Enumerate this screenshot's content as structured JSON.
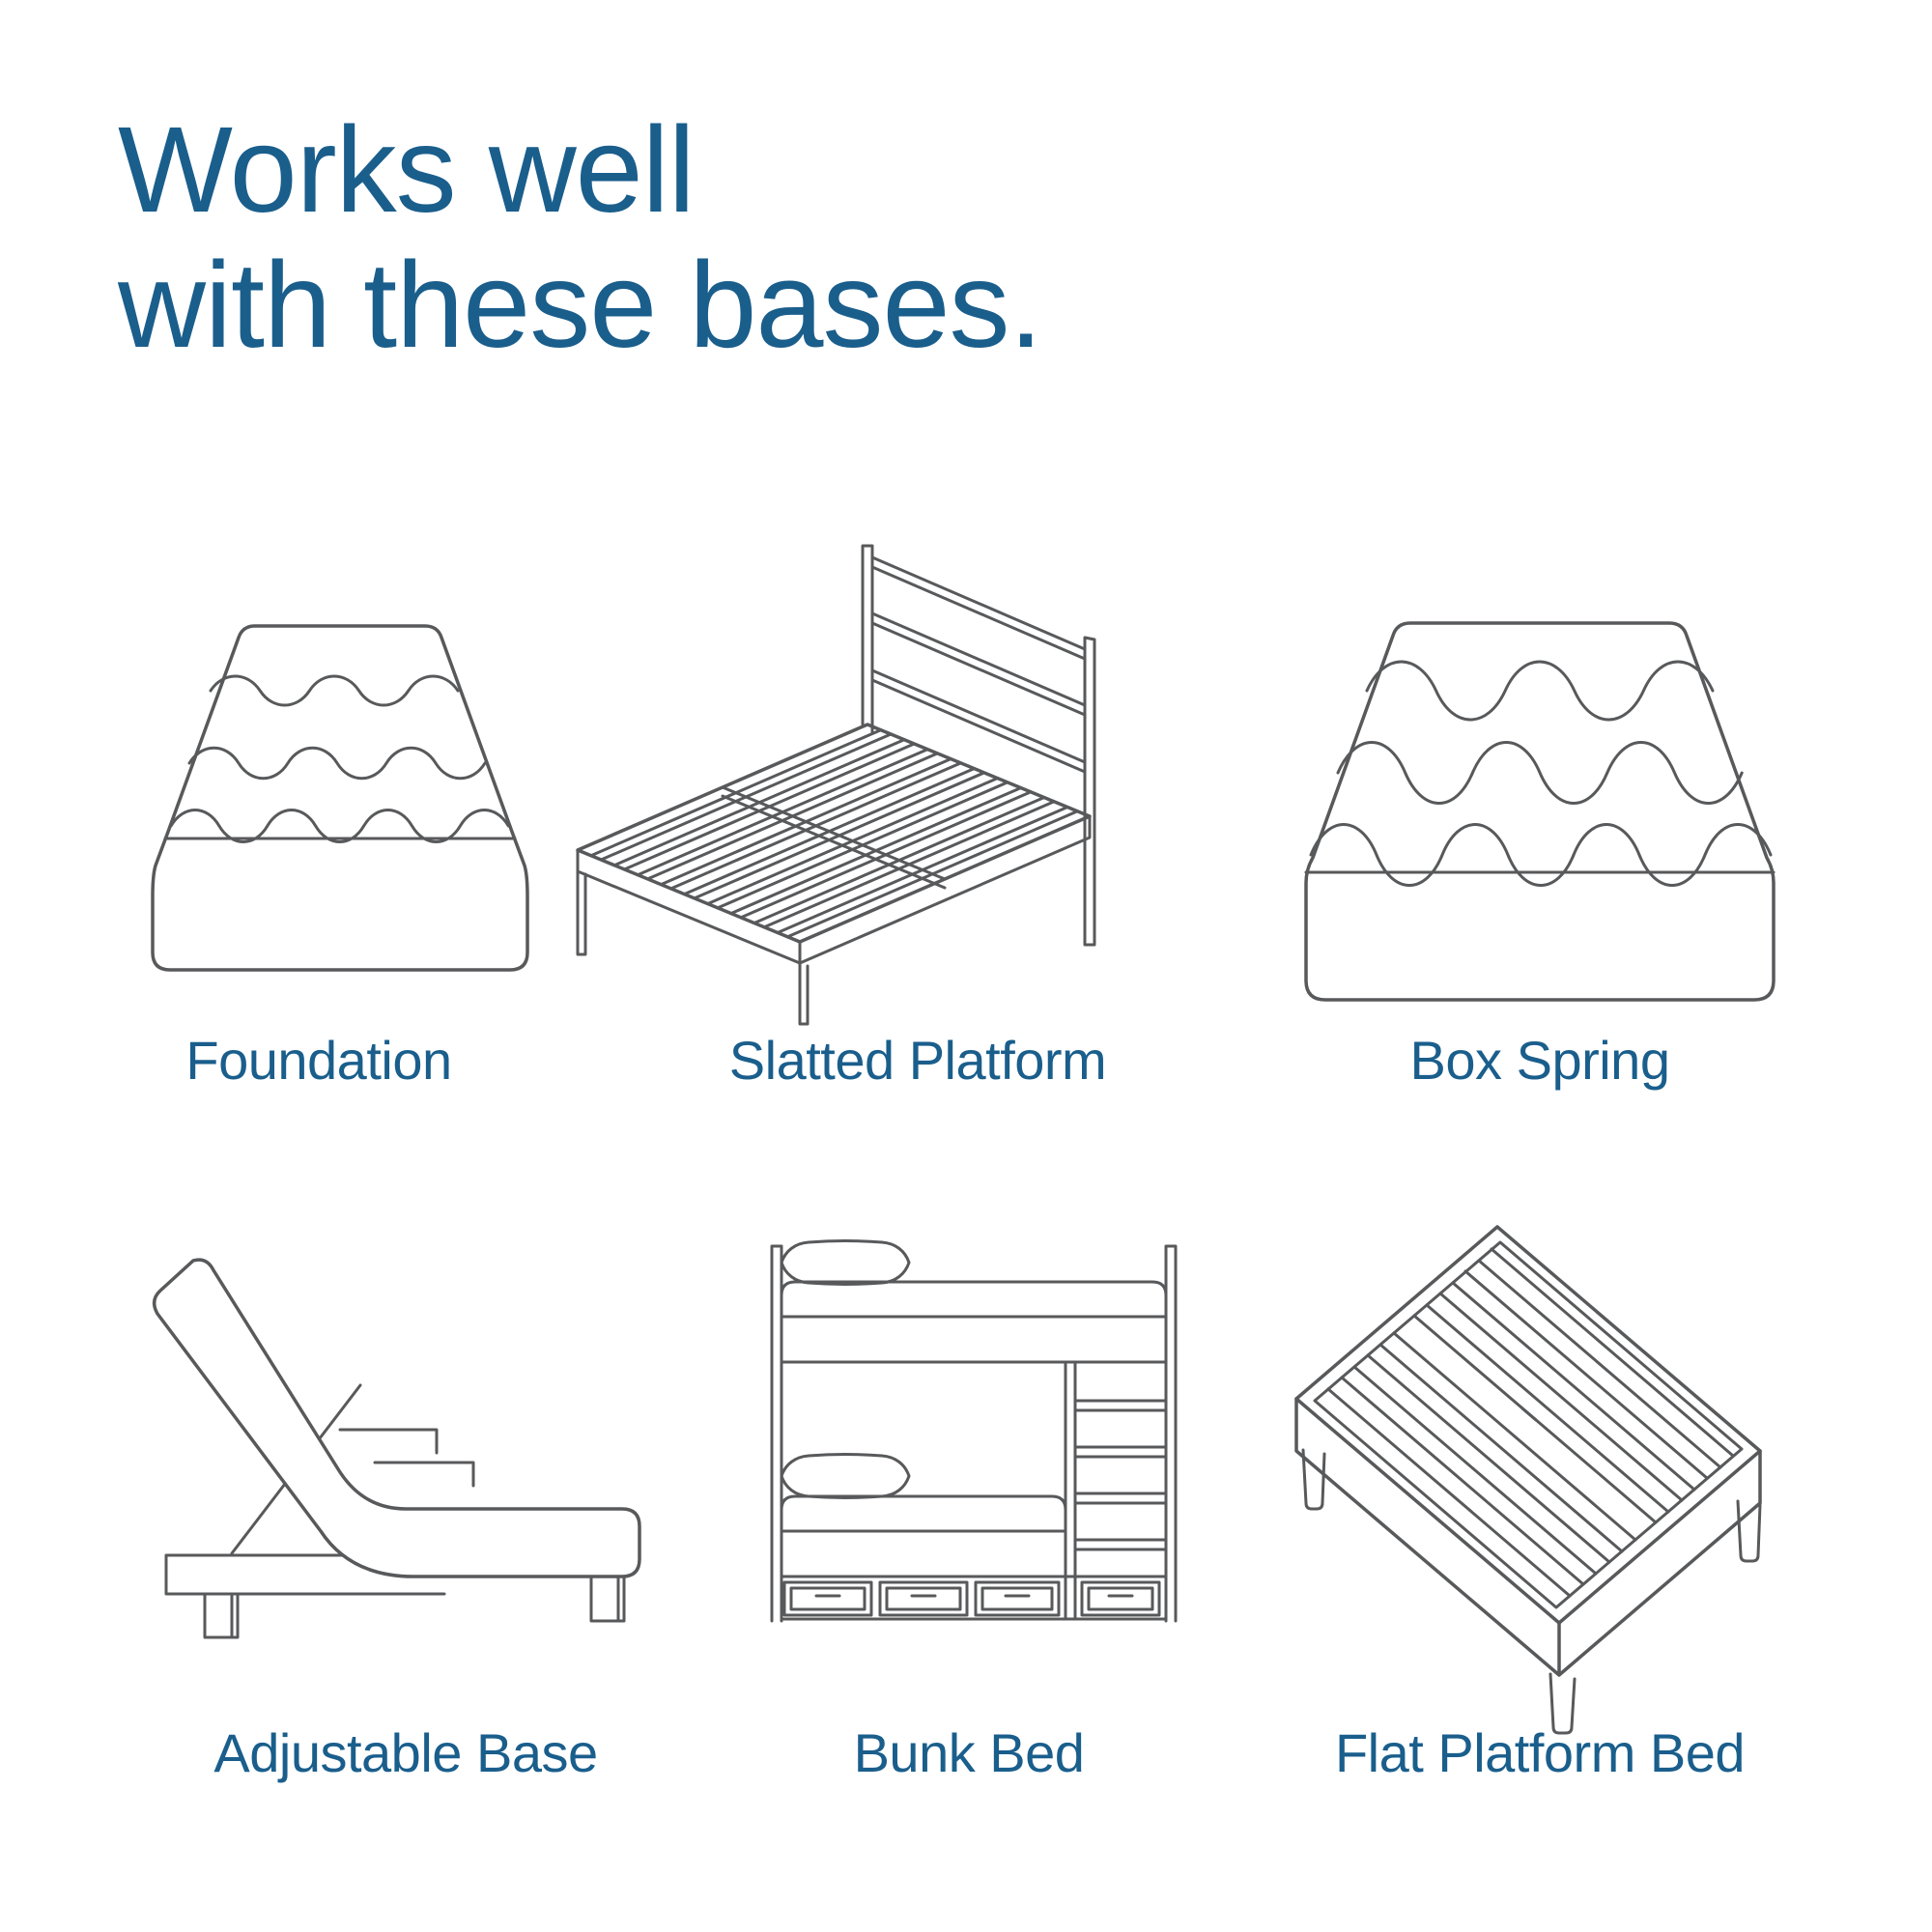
{
  "title": {
    "line1": "Works well",
    "line2": "with these bases."
  },
  "bases": [
    {
      "id": "foundation",
      "label": "Foundation",
      "icon": "foundation-mattress-icon"
    },
    {
      "id": "slatted-platform",
      "label": "Slatted Platform",
      "icon": "slatted-platform-bed-icon"
    },
    {
      "id": "box-spring",
      "label": "Box Spring",
      "icon": "box-spring-icon"
    },
    {
      "id": "adjustable-base",
      "label": "Adjustable Base",
      "icon": "adjustable-base-icon"
    },
    {
      "id": "bunk-bed",
      "label": "Bunk Bed",
      "icon": "bunk-bed-icon"
    },
    {
      "id": "flat-platform-bed",
      "label": "Flat Platform Bed",
      "icon": "flat-platform-bed-icon"
    }
  ],
  "colors": {
    "accent_blue": "#1A5E8C",
    "line_gray": "#58595B",
    "background": "#FFFFFF"
  }
}
